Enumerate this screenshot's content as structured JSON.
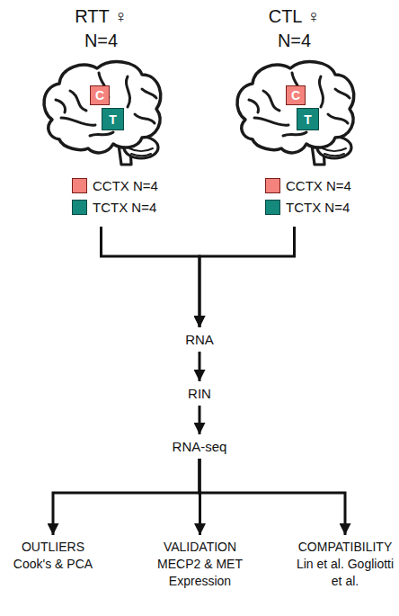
{
  "diagram": {
    "nodes": [
      {
        "text": [
          "RTT ♀ N=4"
        ]
      },
      {
        "text": [
          "C"
        ],
        "in": 0
      },
      {
        "text": [
          "T"
        ],
        "in": 0
      },
      {
        "text": [
          "CTL ♀ N=4"
        ]
      },
      {
        "text": [
          "C"
        ],
        "in": 3
      },
      {
        "text": [
          "T"
        ],
        "in": 3
      },
      {
        "text": [
          "RNA"
        ]
      },
      {
        "text": [
          "RIN"
        ]
      },
      {
        "text": [
          "RNA-seq"
        ]
      },
      {
        "text": [
          "OUTLIERS",
          "Cook's & PCA"
        ]
      },
      {
        "text": [
          "VALIDATION",
          "MECP2 & MET Expression"
        ]
      },
      {
        "text": [
          "COMPATIBILITY",
          "Lin et al. Gogliotti et al."
        ]
      }
    ],
    "edges": [
      {
        "from": 0,
        "to": 6,
        "arrow": "to"
      },
      {
        "from": 3,
        "to": 6,
        "arrow": "to"
      },
      {
        "from": 6,
        "to": 7,
        "arrow": "to"
      },
      {
        "from": 7,
        "to": 8,
        "arrow": "to"
      },
      {
        "from": 8,
        "to": 9,
        "arrow": "to"
      },
      {
        "from": 8,
        "to": 10,
        "arrow": "to"
      },
      {
        "from": 8,
        "to": 11,
        "arrow": "to"
      }
    ],
    "legend": [
      {
        "text": "CCTX N=4",
        "color": "#f4837d"
      },
      {
        "text": "TCTX N=4",
        "color": "#14897c"
      },
      {
        "text": "CCTX N=4",
        "color": "#f4837d"
      },
      {
        "text": "TCTX N=4",
        "color": "#14897c"
      }
    ]
  }
}
